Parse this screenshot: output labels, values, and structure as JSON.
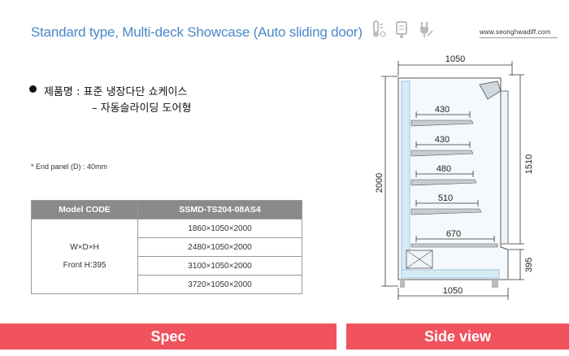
{
  "header": {
    "title": "Standard type, Multi-deck Showcase (Auto sliding door)",
    "website": "www.seonghwadiff.com",
    "icons": [
      "thermometer-icon",
      "refrigerant-icon",
      "plug-icon"
    ]
  },
  "product": {
    "label": "제품명 : 표준 냉장다단 쇼케이스",
    "line2": "– 자동슬라이딩 도어형"
  },
  "note": "* End panel (D) : 40mm",
  "spec_table": {
    "header": [
      "Model CODE",
      "SSMD-TS204-08AS4"
    ],
    "label_line1": "W×D×H",
    "label_line2": "Front H:395",
    "sizes": [
      "1860×1050×2000",
      "2480×1050×2000",
      "3100×1050×2000",
      "3720×1050×2000"
    ]
  },
  "side_view": {
    "top_width": "1050",
    "bottom_width": "1050",
    "height": "2000",
    "upper_height": "1510",
    "front_height": "395",
    "shelves": [
      "430",
      "430",
      "480",
      "510",
      "670"
    ]
  },
  "footer": {
    "spec": "Spec",
    "side": "Side view"
  }
}
